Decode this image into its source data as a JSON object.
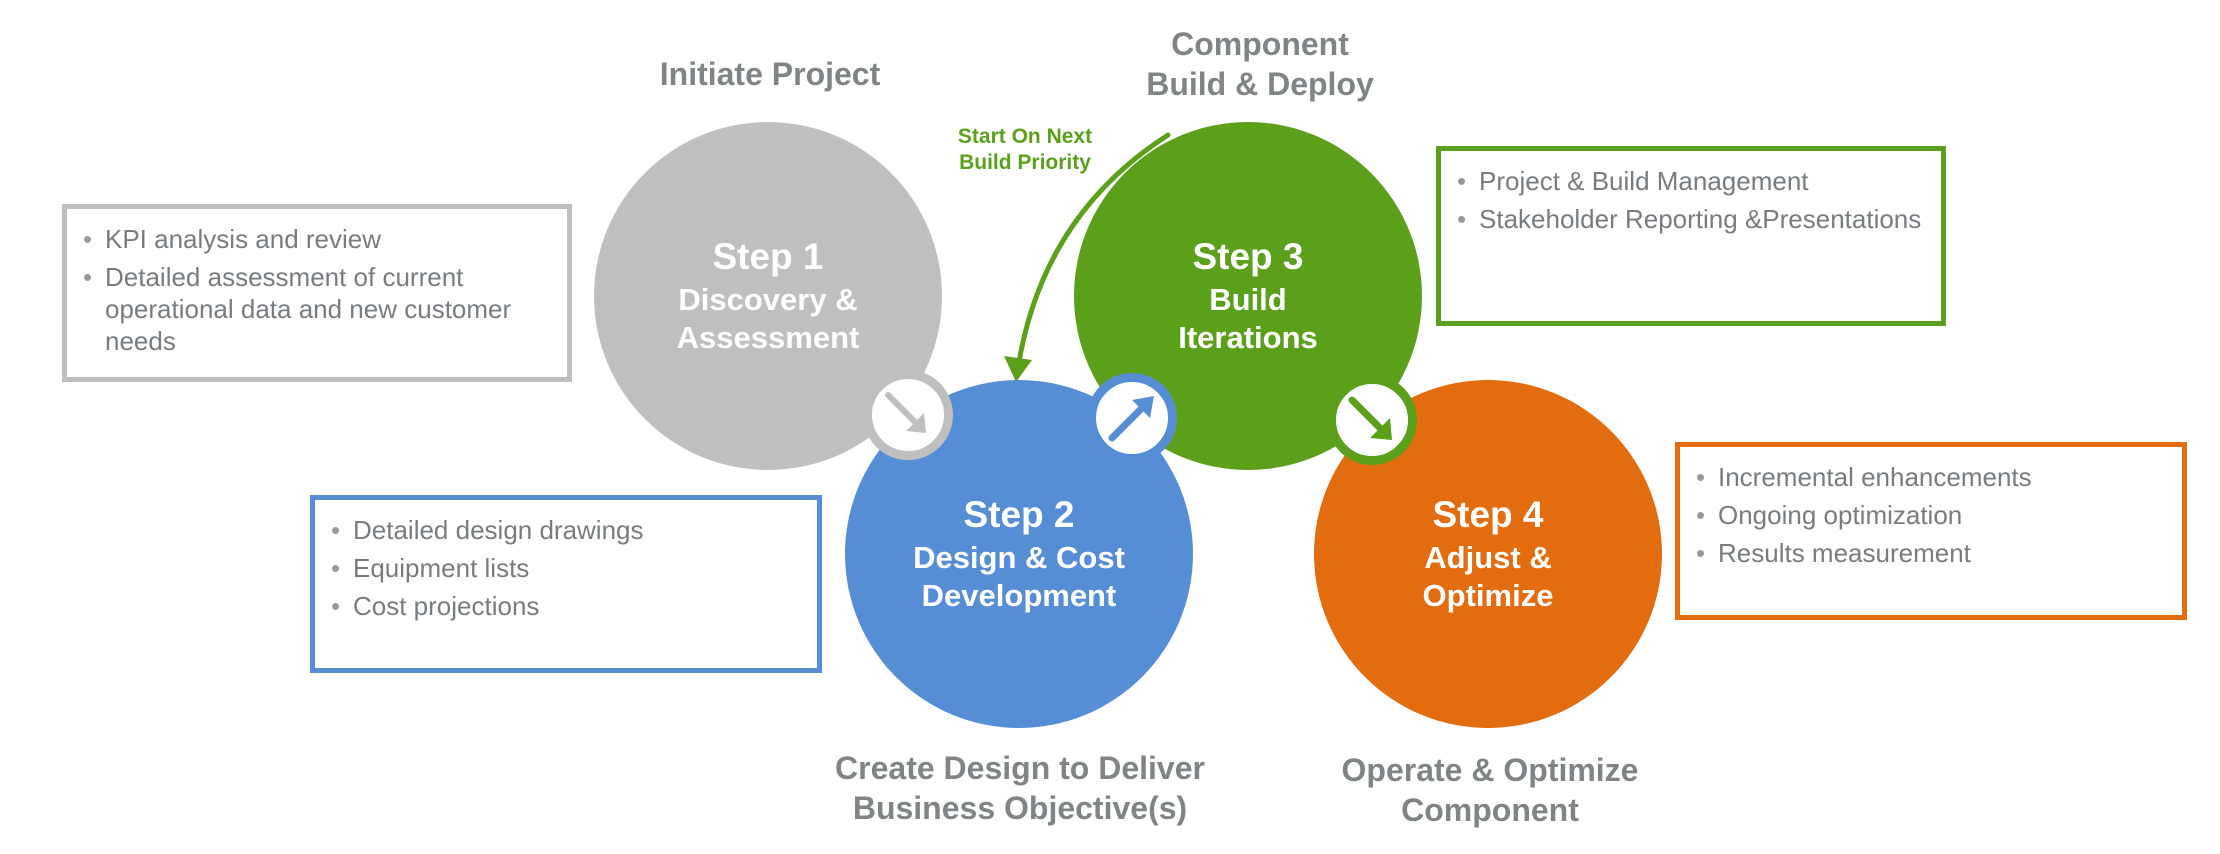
{
  "stage_labels": {
    "initiate": "Initiate Project",
    "component_build": [
      "Component",
      "Build & Deploy"
    ],
    "create_design": [
      "Create Design to Deliver",
      "Business Objective(s)"
    ],
    "operate": [
      "Operate & Optimize",
      "Component"
    ]
  },
  "loop_label": [
    "Start On Next",
    "Build Priority"
  ],
  "steps": [
    {
      "number": "Step 1",
      "title": [
        "Discovery &",
        "Assessment"
      ],
      "color": "#bfbfbf"
    },
    {
      "number": "Step 2",
      "title": [
        "Design & Cost",
        "Development"
      ],
      "color": "#568ed6"
    },
    {
      "number": "Step 3",
      "title": [
        "Build",
        "Iterations"
      ],
      "color": "#5ba01b"
    },
    {
      "number": "Step 4",
      "title": [
        "Adjust &",
        "Optimize"
      ],
      "color": "#e36c0e"
    }
  ],
  "boxes": {
    "step1": [
      "KPI analysis and review",
      "Detailed assessment of current operational data and new customer needs"
    ],
    "step2": [
      "Detailed design drawings",
      "Equipment lists",
      "Cost projections"
    ],
    "step3": [
      "Project & Build Management",
      "Stakeholder Reporting &Presentations"
    ],
    "step4": [
      "Incremental enhancements",
      "Ongoing optimization",
      "Results measurement"
    ]
  },
  "icons": {
    "transition_1_2": "arrow-down-right-icon",
    "transition_2_3": "arrow-up-right-icon",
    "transition_3_4": "arrow-down-right-icon",
    "loop_back": "curved-arrow-icon"
  },
  "colors": {
    "gray": "#bfbfbf",
    "blue": "#568ed6",
    "green": "#5ba01b",
    "orange": "#e36c0e",
    "label": "#7f8487"
  }
}
